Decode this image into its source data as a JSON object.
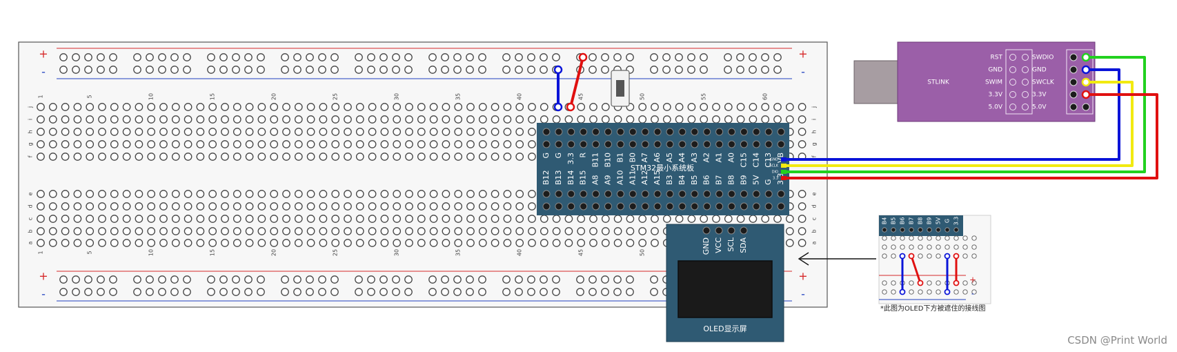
{
  "breadboard": {
    "plus": "+",
    "minus": "-",
    "col_numbers": [
      "1",
      "5",
      "10",
      "15",
      "20",
      "25",
      "30",
      "35",
      "40",
      "45",
      "50",
      "55",
      "60"
    ],
    "top_row_letters": [
      "j",
      "i",
      "h",
      "g",
      "f"
    ],
    "bottom_row_letters": [
      "e",
      "d",
      "c",
      "b",
      "a"
    ]
  },
  "stm32": {
    "title": "STM32最小系统板",
    "top_pins": [
      "G",
      "G",
      "3.3",
      "R",
      "B11",
      "B10",
      "B1",
      "B0",
      "A7",
      "A6",
      "A5",
      "A4",
      "A3",
      "A2",
      "A1",
      "A0",
      "C15",
      "C14",
      "C13",
      "VB"
    ],
    "bottom_pins": [
      "B12",
      "B13",
      "B14",
      "B15",
      "A8",
      "A9",
      "A10",
      "A11",
      "A12",
      "A15",
      "B3",
      "B4",
      "B5",
      "B6",
      "B7",
      "B8",
      "B9",
      "5V",
      "G",
      "3.3"
    ],
    "swd_pins": [
      "GND",
      "SCLK",
      "DIO",
      "3.3"
    ]
  },
  "oled": {
    "label": "OLED显示屏",
    "pins": [
      "GND",
      "VCC",
      "SCL",
      "SDA"
    ]
  },
  "stlink": {
    "label": "STLINK",
    "left_pins": [
      "RST",
      "GND",
      "SWIM",
      "3.3V",
      "5.0V"
    ],
    "right_pins": [
      "SWDIO",
      "GND",
      "SWCLK",
      "3.3V",
      "5.0V"
    ]
  },
  "inset": {
    "pins": [
      "B4",
      "B5",
      "B6",
      "B7",
      "B8",
      "B9",
      "5V",
      "G",
      "3.3"
    ],
    "caption": "*此图为OLED下方被遮住的接线图"
  },
  "watermark": "CSDN @Print World",
  "colors": {
    "board_bg": "#f7f7f7",
    "board_border": "#555555",
    "rail_red": "#d62728",
    "rail_blue": "#1f3fbf",
    "pcb": "#2f5a73",
    "stlink": "#9b5fa8",
    "wire_blue": "#0a14d8",
    "wire_red": "#e01010",
    "wire_green": "#22d11f",
    "wire_yellow": "#f2ea10"
  }
}
